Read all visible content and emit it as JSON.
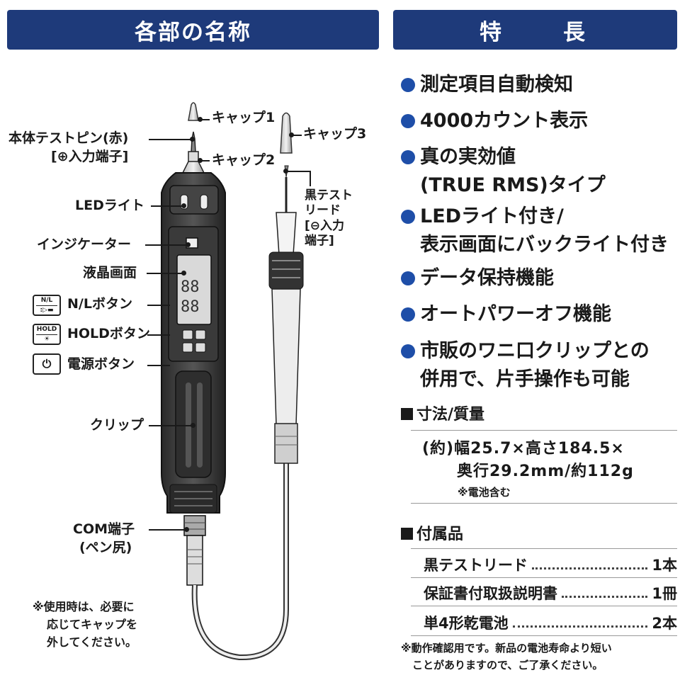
{
  "headers": {
    "left": "各部の名称",
    "right": "特　長"
  },
  "parts": {
    "cap1": "キャップ1",
    "cap2": "キャップ2",
    "cap3": "キャップ3",
    "probe_line1": "本体テストピン(赤)",
    "probe_line2": "[⊕入力端子]",
    "led": "LEDライト",
    "indicator": "インジケーター",
    "lcd": "液晶画面",
    "nl_button": "N/Lボタン",
    "nl_icon_top": "N/L",
    "hold_button": "HOLDボタン",
    "hold_icon_top": "HOLD",
    "power_button": "電源ボタン",
    "clip": "クリップ",
    "com_line1": "COM端子",
    "com_line2": "(ペン尻)",
    "black_lead_line1": "黒テスト",
    "black_lead_line2": "リード",
    "black_lead_line3": "[⊖入力",
    "black_lead_line4": "端子]"
  },
  "usage_note": [
    "※使用時は、必要に",
    "応じてキャップを",
    "外してください。"
  ],
  "features": [
    {
      "lines": [
        "測定項目自動検知"
      ]
    },
    {
      "lines": [
        "4000カウント表示"
      ]
    },
    {
      "lines": [
        "真の実効値",
        "(TRUE RMS)タイプ"
      ]
    },
    {
      "lines": [
        "LEDライト付き/",
        "表示画面にバックライト付き"
      ]
    },
    {
      "lines": [
        "データ保持機能"
      ]
    },
    {
      "lines": [
        "オートパワーオフ機能"
      ]
    },
    {
      "lines": [
        "市販のワニ口クリップとの",
        "併用で、片手操作も可能"
      ]
    }
  ],
  "dimensions": {
    "title": "寸法/質量",
    "line1": "(約)幅25.7×高さ184.5×",
    "line2": "奥行29.2mm/約112g",
    "note": "※電池含む"
  },
  "accessories": {
    "title": "付属品",
    "items": [
      {
        "name": "黒テストリード",
        "qty": "1本"
      },
      {
        "name": "保証書付取扱説明書",
        "qty": "1冊"
      },
      {
        "name": "単4形乾電池",
        "qty": "2本"
      }
    ],
    "note": [
      "※動作確認用です。新品の電池寿命より短い",
      "ことがありますので、ご了承ください。"
    ]
  },
  "colors": {
    "header_bg": "#1e3a7a",
    "bullet": "#1e4ea8"
  }
}
